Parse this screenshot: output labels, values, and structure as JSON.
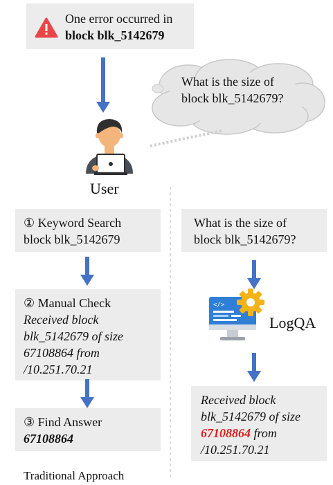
{
  "alert": {
    "line1": "One error occurred in",
    "line2": "block blk_5142679"
  },
  "question_bubble": {
    "line1": "What is the size of",
    "line2": "block blk_5142679?"
  },
  "user_label": "User",
  "traditional": {
    "step1": {
      "line1": "① Keyword Search",
      "line2": "block blk_5142679"
    },
    "step2": {
      "title": "② Manual Check",
      "lines": [
        "Received block",
        "blk_5142679 of size",
        "67108864 from",
        "/10.251.70.21"
      ]
    },
    "step3": {
      "title": "③ Find Answer",
      "answer": "67108864"
    },
    "caption": "Traditional Approach"
  },
  "logqa": {
    "question": {
      "line1": "What is the size of",
      "line2": "block blk_5142679?"
    },
    "label": "LogQA",
    "answer": {
      "line1": "Received block",
      "line2": "blk_5142679 of size",
      "line3_value": "67108864",
      "line3_rest": " from",
      "line4": "/10.251.70.21"
    }
  },
  "colors": {
    "arrow": "#4472c4",
    "box": "#ececec",
    "alert_red": "#e8474a",
    "answer_red": "#e01e1e"
  }
}
